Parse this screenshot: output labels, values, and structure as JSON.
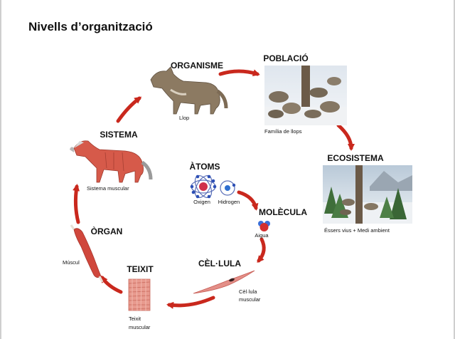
{
  "title": "Nivells d’organització",
  "colors": {
    "arrow": "#c9281d",
    "wolf": "#8c7a62",
    "muscle": "#c74a3a",
    "tree": "#3f6e3a",
    "snow": "#e9edf1",
    "text": "#111111"
  },
  "levels": {
    "atoms": {
      "heading": "ÀTOMS",
      "oxygen": "Oxigen",
      "hydrogen": "Hidrogen"
    },
    "molecule": {
      "heading": "MOLÈCULA",
      "caption": "Aigua"
    },
    "cell": {
      "heading": "CÈL·LULA",
      "caption_line1": "Cèl·lula",
      "caption_line2": "muscular"
    },
    "tissue": {
      "heading": "TEIXIT",
      "caption_line1": "Teixit",
      "caption_line2": "muscular"
    },
    "organ": {
      "heading": "ÒRGAN",
      "caption": "Múscul"
    },
    "system": {
      "heading": "SISTEMA",
      "caption": "Sistema muscular"
    },
    "organism": {
      "heading": "ORGANISME",
      "caption": "Llop"
    },
    "population": {
      "heading": "POBLACIÓ",
      "caption": "Família de llops"
    },
    "ecosystem": {
      "heading": "ECOSISTEMA",
      "caption": "Éssers vius + Medi ambient"
    }
  }
}
